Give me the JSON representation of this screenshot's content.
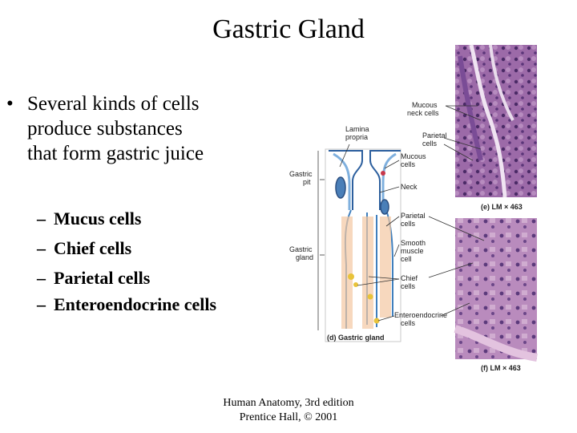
{
  "slide": {
    "title": "Gastric Gland",
    "bullet": "Several kinds of cells produce substances that form gastric juice",
    "sub_bullets": [
      "Mucus cells",
      "Chief cells",
      "Parietal cells",
      "Enteroendocrine cells"
    ],
    "footer": {
      "line1": "Human Anatomy, 3rd edition",
      "line2": "Prentice Hall, © 2001"
    }
  },
  "figure": {
    "diagram_labels": {
      "lamina_propria": [
        "Lamina",
        "propria"
      ],
      "gastric_pit": [
        "Gastric",
        "pit"
      ],
      "gastric_gland": [
        "Gastric",
        "gland"
      ],
      "caption_d": "(d) Gastric gland",
      "mucous_cells": [
        "Mucous",
        "cells"
      ],
      "neck": "Neck",
      "parietal_cells": [
        "Parietal",
        "cells"
      ],
      "smooth_muscle": [
        "Smooth",
        "muscle",
        "cell"
      ],
      "chief_cells": [
        "Chief",
        "cells"
      ],
      "enteroendocrine": [
        "Enteroendocrine",
        "cells"
      ]
    },
    "micrograph_labels": {
      "mucous_neck": [
        "Mucous",
        "neck cells"
      ],
      "parietal": [
        "Parietal",
        "cells"
      ],
      "caption_e": "(e) LM × 463",
      "caption_f": "(f) LM × 463"
    }
  },
  "colors": {
    "stain_purple": "#8a5c9c",
    "stain_pink": "#c89ac4",
    "gland_blue": "#3f7fbd"
  }
}
